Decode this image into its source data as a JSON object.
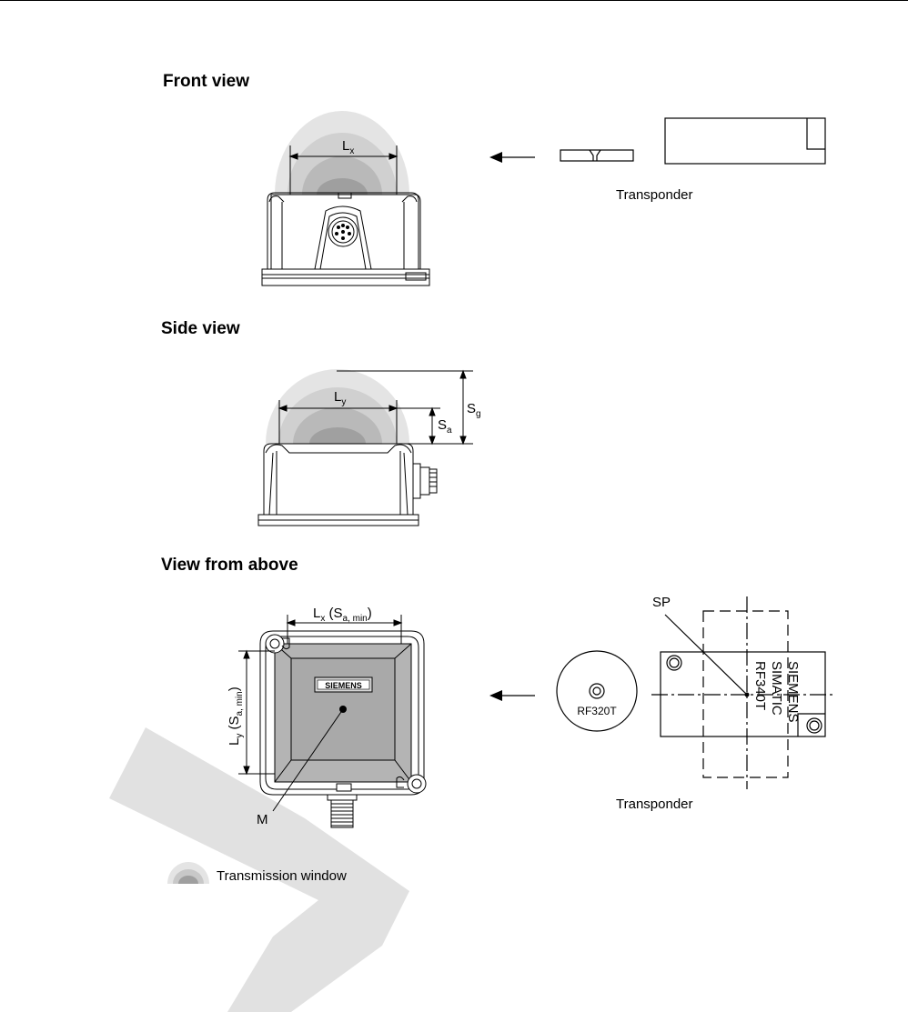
{
  "views": {
    "front": "Front view",
    "side": "Side view",
    "above": "View from above"
  },
  "front": {
    "lx_main": "L",
    "lx_sub": "x",
    "transponder": "Transponder"
  },
  "side": {
    "ly_main": "L",
    "ly_sub": "y",
    "sa_main": "S",
    "sa_sub": "a",
    "sg_main": "S",
    "sg_sub": "g"
  },
  "above": {
    "lx_main": "L",
    "lx_sub": "x",
    "lx_paren_open": " (S",
    "lx_paren_sub": "a, min",
    "lx_paren_close": ")",
    "ly_main": "L",
    "ly_sub": "y",
    "ly_paren_open": " (S",
    "ly_paren_sub": "a, min",
    "ly_paren_close": ")",
    "brand": "SIEMENS",
    "m_label": "M",
    "sp_label": "SP",
    "disc_label": "RF320T",
    "card_line1": "SIEMENS",
    "card_line2": "SIMATIC",
    "card_line3": "RF340T",
    "transponder": "Transponder"
  },
  "legend": {
    "label": "Transmission window"
  },
  "colors": {
    "window_outer": "#e6e6e6",
    "window_mid": "#cfcfcf",
    "window_inner": "#a8a8a8",
    "reader_face": "#b4b4b4",
    "watermark": "#d9d9d9"
  }
}
